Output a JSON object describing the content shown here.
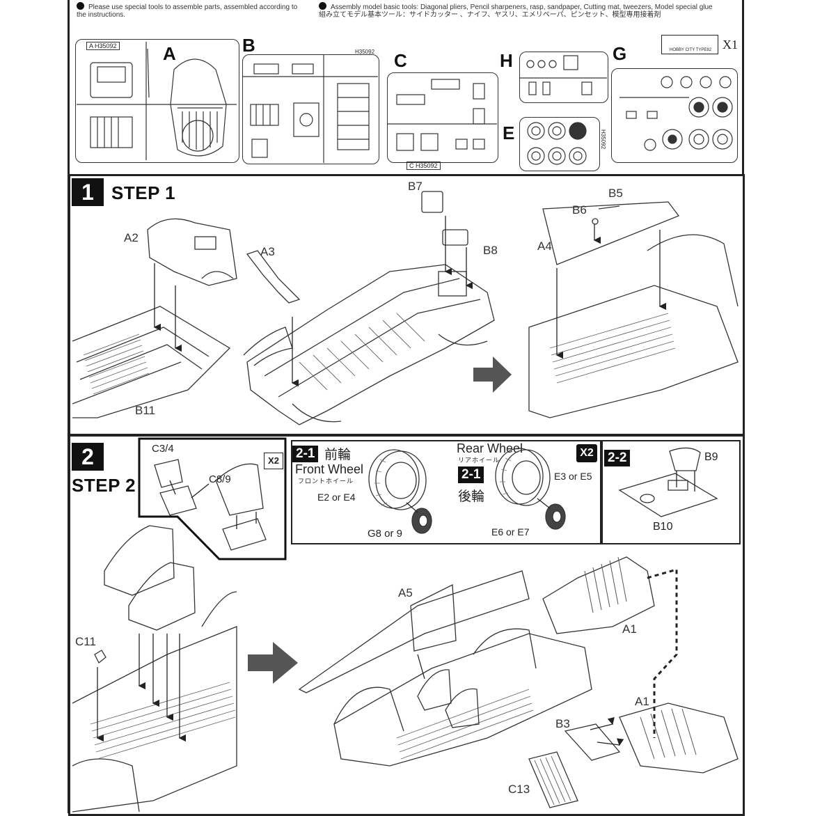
{
  "header": {
    "note_en": "Please use special tools to assemble parts, assembled according to the instructions.",
    "tools_en": "Assembly model basic tools: Diagonal pliers, Pencil sharpeners, rasp, sandpaper, Cutting mat, tweezers, Model special glue",
    "tools_jp": "組み立てモデル基本ツール：サイドカッター 、ナイフ、ヤスリ、エメリペーパ、ピンセット、模型専用接着剤"
  },
  "sprues": {
    "A": {
      "letter": "A",
      "code": "A",
      "id": "H35092"
    },
    "B": {
      "letter": "B",
      "id": "H35092"
    },
    "C": {
      "letter": "C",
      "code": "C",
      "id": "H35092"
    },
    "H": {
      "letter": "H"
    },
    "E": {
      "letter": "E",
      "id": "H35092"
    },
    "G": {
      "letter": "G"
    },
    "decal": {
      "count": "X1",
      "caption": "HOBBY CITY TYPE82"
    }
  },
  "step1": {
    "number": "1",
    "title": "STEP 1",
    "parts": {
      "a2": "A2",
      "a3": "A3",
      "b7": "B7",
      "b8": "B8",
      "b11": "B11",
      "b5": "B5",
      "b6": "B6",
      "a4": "A4"
    }
  },
  "step2": {
    "number": "2",
    "title": "STEP 2",
    "inset": {
      "c34": "C3/4",
      "c89": "C8/9",
      "count": "X2"
    },
    "sub21": {
      "badge": "2-1",
      "front_jp": "前輪",
      "front_en": "Front Wheel",
      "front_kana": "フロントホイール",
      "front_tire": "E2 or E4",
      "front_hub": "G8 or 9",
      "rear_en": "Rear Wheel",
      "rear_kana": "リアホイール",
      "rear_count": "X2",
      "rear_badge": "2-1",
      "rear_jp": "後輪",
      "rear_tire": "E3 or E5",
      "rear_hub": "E6 or E7"
    },
    "sub22": {
      "badge": "2-2",
      "b9": "B9",
      "b10": "B10"
    },
    "parts": {
      "c11": "C11",
      "a5": "A5",
      "a1_top": "A1",
      "a1_bottom": "A1",
      "b3": "B3",
      "c13": "C13"
    }
  }
}
